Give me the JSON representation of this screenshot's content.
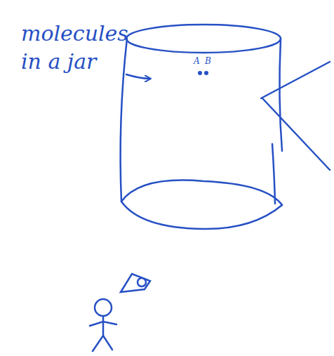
{
  "diagram": {
    "labels": [
      "molecules in a jar",
      "A",
      "B"
    ]
  }
}
